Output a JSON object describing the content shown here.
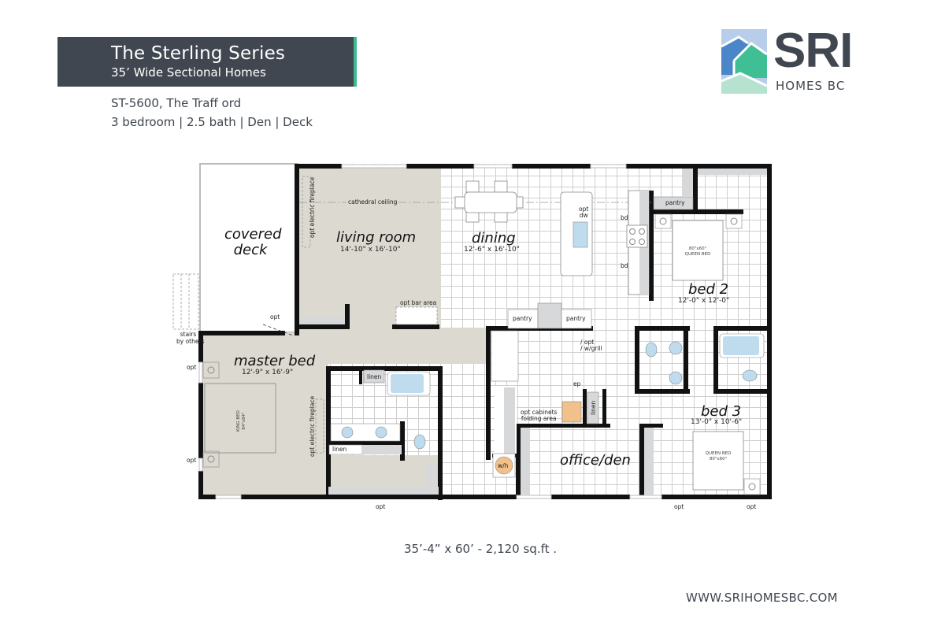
{
  "header": {
    "series_title": "The Sterling Series",
    "series_subtitle": "35’ Wide Sectional Homes",
    "model": "ST-5600, The Traff ord",
    "specs": "3 bedroom | 2.5 bath | Den | Deck",
    "accent_color": "#3dbb8f",
    "banner_color": "#414750"
  },
  "logo": {
    "wordmark": "SRI",
    "subtitle": "HOMES BC",
    "colors": [
      "#b7cdea",
      "#4a86c8",
      "#3fbf93",
      "#b5e3cf"
    ]
  },
  "floorplan": {
    "rooms": [
      {
        "name": "covered deck",
        "line1": "covered",
        "line2": "deck"
      },
      {
        "name": "living room",
        "dims": "14'-10\" x 16'-10\""
      },
      {
        "name": "dining",
        "dims": "12'-6\" x 16'-10\""
      },
      {
        "name": "bed 2",
        "dims": "12'-0\" x 12'-0\""
      },
      {
        "name": "master bed",
        "dims": "12'-9\" x 16'-9\""
      },
      {
        "name": "bed 3",
        "dims": "13'-0\" x 10'-6\""
      },
      {
        "name": "office/den",
        "dims": ""
      }
    ],
    "annotations": {
      "cathedral_ceiling": "cathedral ceiling",
      "fireplace_living": "opt electric fireplace",
      "fireplace_master": "opt electric fireplace",
      "bar_area": "opt bar area",
      "opt": "opt",
      "stairs_1": "stairs",
      "stairs_2": "by others",
      "pantry": "pantry",
      "opt_dw_1": "opt",
      "opt_dw_2": "dw",
      "bd": "bd",
      "queen_bed_2_size": "80\"x60\"",
      "queen_bed_label": "QUEEN BED",
      "queen_bed_3_size": "80\"x60\"",
      "king_bed_label": "KING BED",
      "king_bed_size": "84\"x84\"",
      "linen": "linen",
      "opt_grill_1": "/ opt",
      "opt_grill_2": "/ w/grill",
      "ep": "ep",
      "cabinets_1": "opt cabinets",
      "cabinets_2": "folding area",
      "water_heater": "w/h"
    },
    "colors": {
      "wall": "#111111",
      "carpet": "#dcd9d0",
      "tile_bg": "#ffffff",
      "tile_line": "#cfcfcf",
      "fixture_blue": "#bfdcef",
      "water_heater": "#f2c08a",
      "counter_grey": "#d6d8da"
    }
  },
  "footer": {
    "dimensions": "35’-4” x 60’ - 2,120 sq.ft .",
    "url": "WWW.SRIHOMESBC.COM"
  }
}
